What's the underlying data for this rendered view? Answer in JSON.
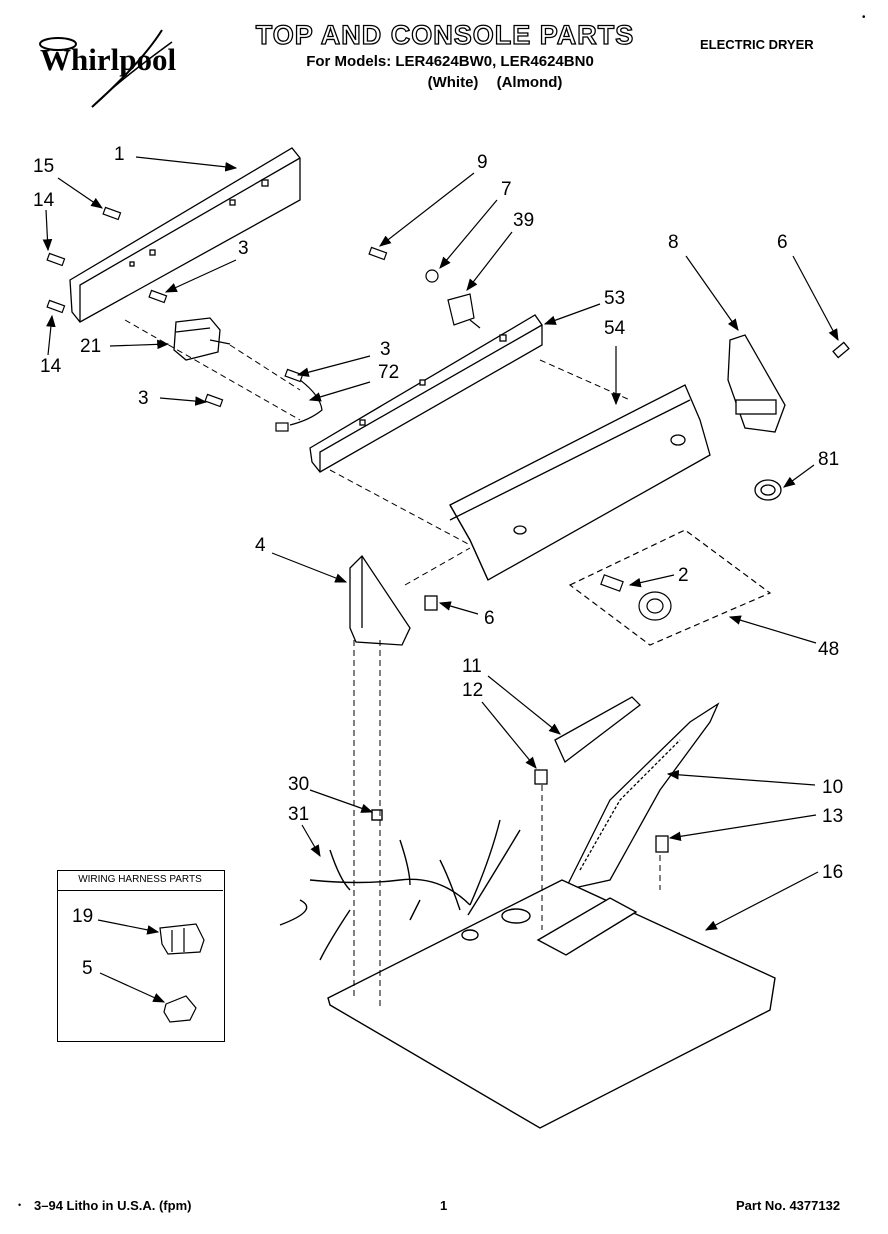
{
  "header": {
    "brand": "Whirlpool",
    "title": "TOP AND CONSOLE PARTS",
    "models": "For Models: LER4624BW0, LER4624BN0",
    "variants": "(White)   (Almond)",
    "product_type": "ELECTRIC DRYER"
  },
  "callouts": [
    "1",
    "15",
    "14",
    "14",
    "3",
    "21",
    "3",
    "72",
    "3",
    "9",
    "7",
    "39",
    "53",
    "54",
    "8",
    "6",
    "81",
    "2",
    "4",
    "6",
    "48",
    "11",
    "12",
    "10",
    "13",
    "16",
    "30",
    "31",
    "19",
    "5"
  ],
  "harness": {
    "title": "WIRING HARNESS PARTS"
  },
  "footer": {
    "litho": "3–94 Litho in U.S.A. (fpm)",
    "page": "1",
    "part_no": "Part No. 4377132"
  }
}
